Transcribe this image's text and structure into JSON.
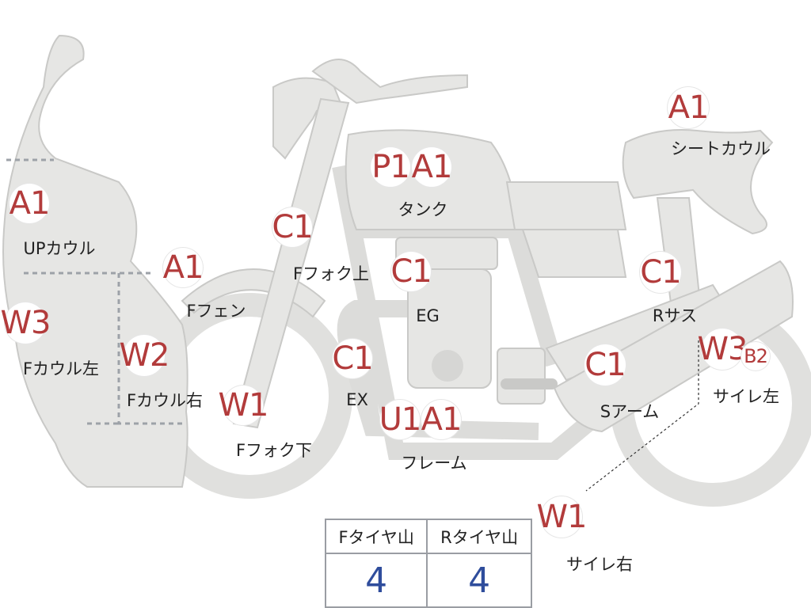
{
  "badges": [
    {
      "code": "A1"
    },
    {
      "code": "W3"
    },
    {
      "code": "W2"
    },
    {
      "code": "A1"
    },
    {
      "code": "W1"
    },
    {
      "code": "C1"
    },
    {
      "code": "C1"
    },
    {
      "code": "P1"
    },
    {
      "code": "A1"
    },
    {
      "code": "C1"
    },
    {
      "code": "U1"
    },
    {
      "code": "A1"
    },
    {
      "code": "A1"
    },
    {
      "code": "C1"
    },
    {
      "code": "C1"
    },
    {
      "code": "W3"
    },
    {
      "code": "B2"
    },
    {
      "code": "W1"
    }
  ],
  "labels": [
    {
      "text": "UPカウル"
    },
    {
      "text": "Fカウル左"
    },
    {
      "text": "Fカウル右"
    },
    {
      "text": "Fフェン"
    },
    {
      "text": "Fフォク下"
    },
    {
      "text": "Fフォク上"
    },
    {
      "text": "EX"
    },
    {
      "text": "タンク"
    },
    {
      "text": "EG"
    },
    {
      "text": "フレーム"
    },
    {
      "text": "シートカウル"
    },
    {
      "text": "Rサス"
    },
    {
      "text": "Sアーム"
    },
    {
      "text": "サイレ左"
    },
    {
      "text": "サイレ右"
    }
  ],
  "tire_table": {
    "headers": [
      "Fタイヤ山",
      "Rタイヤ山"
    ],
    "values": [
      "4",
      "4"
    ]
  },
  "colors": {
    "body_fill": "#e6e6e4",
    "outline": "#c9c9c7",
    "badge_text": "#b23b3b",
    "value_text": "#2f4d9c"
  }
}
